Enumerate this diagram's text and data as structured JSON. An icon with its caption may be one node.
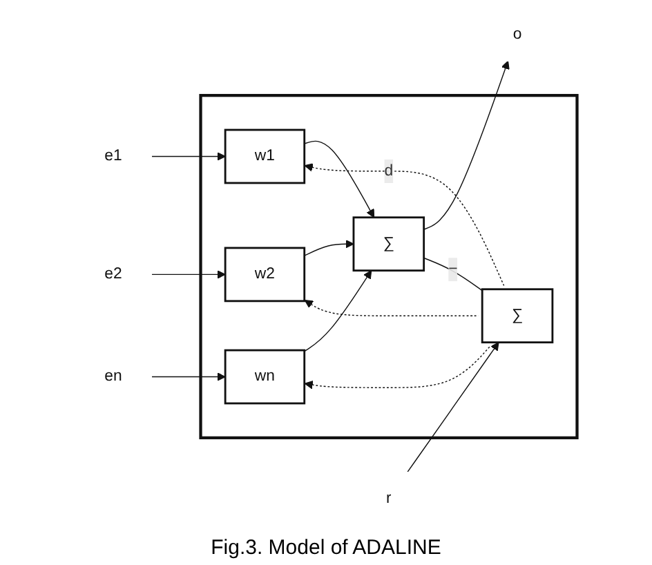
{
  "diagram": {
    "caption": "Fig.3. Model of ADALINE",
    "nodes": [
      {
        "text": [],
        "shape": "box"
      },
      {
        "text": [
          "e1"
        ]
      },
      {
        "text": [
          "e2"
        ]
      },
      {
        "text": [
          "en"
        ]
      },
      {
        "text": [
          "r"
        ]
      },
      {
        "text": [
          "w1"
        ],
        "in": 0
      },
      {
        "text": [
          "w2"
        ],
        "in": 0
      },
      {
        "text": [
          "wn"
        ],
        "in": 0
      },
      {
        "text": [
          "∑"
        ],
        "in": 0
      },
      {
        "text": [
          "∑"
        ],
        "in": 0
      },
      {
        "text": [
          "o"
        ]
      }
    ],
    "edges": [
      {
        "from": 1,
        "to": 5,
        "arrow": "to"
      },
      {
        "from": 2,
        "to": 6,
        "arrow": "to"
      },
      {
        "from": 3,
        "to": 7,
        "arrow": "to"
      },
      {
        "from": 4,
        "to": 9,
        "arrow": "to"
      },
      {
        "from": 5,
        "to": 8,
        "arrow": "to"
      },
      {
        "from": 6,
        "to": 8,
        "arrow": "to"
      },
      {
        "from": 7,
        "to": 8,
        "arrow": "to"
      },
      {
        "from": 8,
        "to": 10,
        "arrow": "to"
      },
      {
        "from": 8,
        "to": 9,
        "arrow": "none",
        "label": "−"
      },
      {
        "from": 9,
        "to": 5,
        "arrow": "to",
        "style": "dashed",
        "label": "d"
      },
      {
        "from": 9,
        "to": 6,
        "arrow": "to",
        "style": "dashed"
      },
      {
        "from": 9,
        "to": 7,
        "arrow": "to",
        "style": "dashed"
      }
    ]
  }
}
